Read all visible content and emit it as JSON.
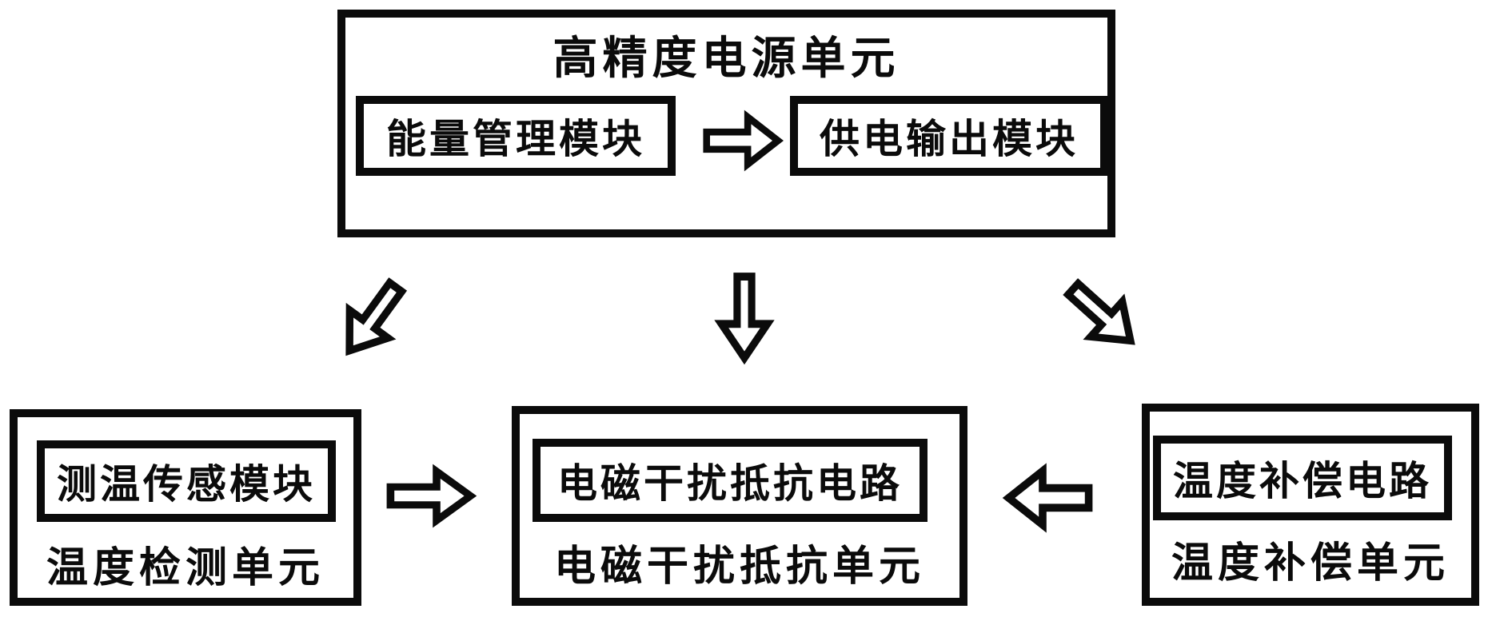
{
  "background": "#ffffff",
  "ink": "#0b0b0b",
  "top_unit": {
    "title": "高精度电源单元",
    "modules": [
      {
        "label": "能量管理模块"
      },
      {
        "label": "供电输出模块"
      }
    ]
  },
  "bottom_units": [
    {
      "module": "测温传感模块",
      "unit": "温度检测单元"
    },
    {
      "module": "电磁干扰抵抗电路",
      "unit": "电磁干扰抵抗单元"
    },
    {
      "module": "温度补偿电路",
      "unit": "温度补偿单元"
    }
  ],
  "arrows": {
    "energy_to_output": "right",
    "power_to_detection": "down-left",
    "power_to_emi": "down",
    "power_to_compensation": "down-right",
    "detection_to_emi": "right",
    "compensation_to_emi": "left"
  }
}
